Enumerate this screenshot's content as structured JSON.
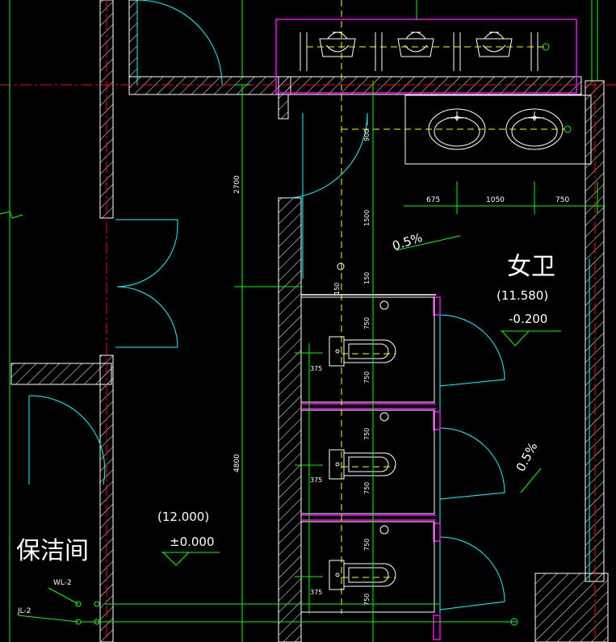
{
  "room_women": {
    "name": "女卫",
    "elevation_paren": "(11.580)",
    "floor_level": "-0.200"
  },
  "room_corridor": {
    "elevation_paren": "(12.000)",
    "floor_level": "±0.000"
  },
  "room_janitor": {
    "name": "保洁间"
  },
  "slopes": [
    "0.5%",
    "0.5%"
  ],
  "pipes": {
    "waste": "WL-2",
    "supply": "JL-2"
  },
  "dimensions": {
    "overall_upper": "2700",
    "overall_lower": "4800",
    "basin_spacing": [
      "675",
      "1050",
      "750"
    ],
    "vertical_upper": [
      "900",
      "1500",
      "150",
      "150"
    ],
    "stall_halves": [
      "750",
      "750",
      "750",
      "750",
      "750",
      "750"
    ],
    "toilet_offsets": [
      "375",
      "375",
      "375"
    ]
  },
  "colors": {
    "background": "#000000",
    "wall": "#ffffff",
    "dimension": "#00ff00",
    "door": "#00ffff",
    "partition": "#ff00ff",
    "centerline": "#ff0000",
    "pipe": "#ffff00",
    "fixture": "#ffffff"
  }
}
